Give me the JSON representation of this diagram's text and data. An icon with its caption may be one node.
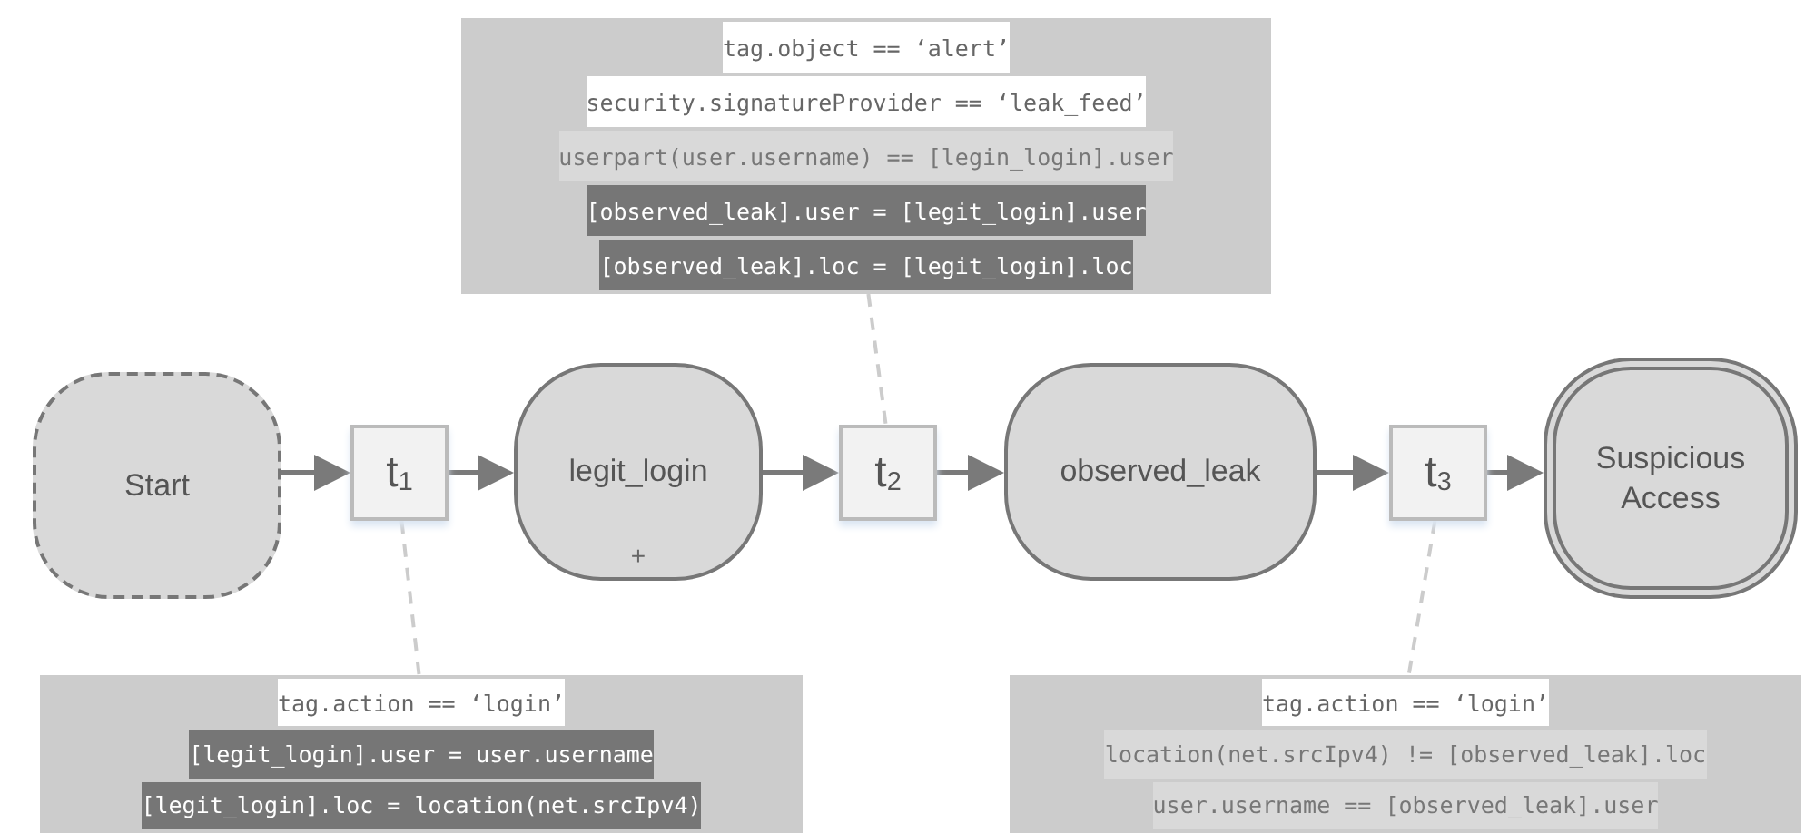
{
  "diagram": {
    "nodes": [
      {
        "text": [
          "Start"
        ]
      },
      {
        "text": [
          "t$_{1}$"
        ]
      },
      {
        "text": [
          "legit_login",
          "+"
        ]
      },
      {
        "text": [
          "t$_{2}$"
        ]
      },
      {
        "text": [
          "observed_leak"
        ]
      },
      {
        "text": [
          "t$_{3}$"
        ]
      },
      {
        "text": [
          "Suspicious Access"
        ]
      },
      {
        "text": [
          "tag.object == ‘alert’",
          "security.signatureProvider == ‘leak_feed’",
          "userpart(user.username) == [legin_login].user",
          "[observed_leak].user = [legit_login].user",
          "[observed_leak].loc = [legit_login].loc"
        ]
      },
      {
        "text": [
          "tag.action == ‘login’",
          "[legit_login].user = user.username",
          "[legit_login].loc = location(net.srcIpv4)"
        ]
      },
      {
        "text": [
          "tag.action == ‘login’",
          "location(net.srcIpv4) != [observed_leak].loc",
          "user.username == [observed_leak].user"
        ]
      }
    ],
    "edges": [
      {
        "from": 0,
        "to": 1,
        "arrow": "to"
      },
      {
        "from": 1,
        "to": 2,
        "arrow": "to"
      },
      {
        "from": 2,
        "to": 3,
        "arrow": "to"
      },
      {
        "from": 3,
        "to": 4,
        "arrow": "to"
      },
      {
        "from": 4,
        "to": 5,
        "arrow": "to"
      },
      {
        "from": 5,
        "to": 6,
        "arrow": "to"
      },
      {
        "from": 7,
        "to": 3,
        "arrow": "none",
        "style": "dashed",
        "color": "#cccccc"
      },
      {
        "from": 1,
        "to": 8,
        "arrow": "none",
        "style": "dashed",
        "color": "#cccccc"
      },
      {
        "from": 5,
        "to": 9,
        "arrow": "none",
        "style": "dashed",
        "color": "#cccccc"
      }
    ]
  }
}
